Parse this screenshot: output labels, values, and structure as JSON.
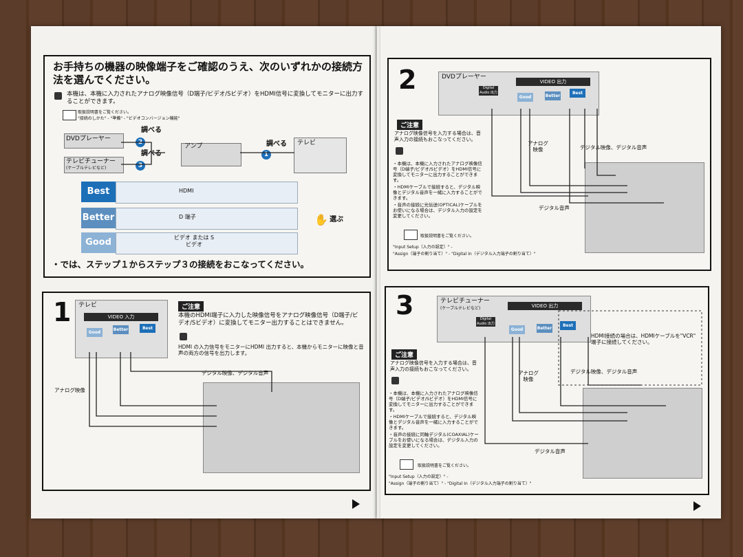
{
  "colors": {
    "best": "#1d6fb8",
    "better": "#5c8fbf",
    "good": "#8cb2d6",
    "wood": "#5a3a28"
  },
  "intro": {
    "heading": "お手持ちの機器の映像端子をご確認のうえ、次のいずれかの接続方法を選んでください。",
    "note": "本機は、本機に入力されたアナログ映像信号（D端子/ビデオ/Sビデオ）をHDMI信号に変換してモニターに出力することができます。",
    "ref_line1": "取扱説明書をご覧ください。",
    "ref_line2": "\"接続のしかた\" - \"準備\" - \"ビデオコンバージョン機能\"",
    "dvd_label": "DVDプレーヤー",
    "tuner_label": "テレビチューナー",
    "tuner_sub": "(ケーブルテレビなど)",
    "amp_label": "アンプ",
    "tv_label": "テレビ",
    "check1": "調べる",
    "check2": "調べる",
    "check3": "調べる",
    "num1": "1",
    "num2": "2",
    "num3": "3",
    "rows": [
      {
        "tag": "Best",
        "label": "HDMI"
      },
      {
        "tag": "Better",
        "label": "D 端子"
      },
      {
        "tag": "Good",
        "label": "ビデオ または Sビデオ"
      }
    ],
    "select_label": "選ぶ",
    "footer": "・では、ステップ１からステップ３の接続をおこなってください。"
  },
  "step1": {
    "number": "1",
    "device": "テレビ",
    "video_in": "VIDEO 入力",
    "tags": [
      "Good",
      "Better",
      "Best"
    ],
    "caution_title": "ご注意",
    "caution_text": "本機のHDMI端子に入力した映像信号をアナログ映像信号（D端子/ビデオ/Sビデオ）に変換してモニター出力することはできません。",
    "hdmi_note": "HDMI の入力信号をモニターにHDMI 出力すると、本機からモニターに映像と音声の両方の信号を出力します。",
    "digital_label": "デジタル映像、デジタル音声",
    "analog_label": "アナログ映像"
  },
  "step2": {
    "number": "2",
    "device": "DVDプレーヤー",
    "video_out": "VIDEO 出力",
    "digital_audio": "Digital Audio 出力",
    "tags": [
      "Good",
      "Better",
      "Best"
    ],
    "caution_title": "ご注意",
    "caution_text": "アナログ映像信号を入力する場合は、音声入力の接続もおこなってください。",
    "bullets": [
      "・本機は、本機に入力されたアナログ映像信号（D端子/ビデオ/Sビデオ）をHDMI信号に変換してモニターに出力することができます。",
      "・HDMIケーブルで接続すると、デジタル映像とデジタル音声を一緒に入力することができます。",
      "・音声の接続に光伝送(OPTICAL)ケーブルをお使いになる場合は、デジタル入力の設定を変更してください。"
    ],
    "ref": "取扱説明書をご覧ください。",
    "ref_path1": "\"Input Setup（入力の設定）\" -",
    "ref_path2": "\"Assign（端子の割り当て）\" - \"Digital In（デジタル入力端子の割り当て）\"",
    "analog_label": "アナログ映像",
    "digital_label": "デジタル映像、デジタル音声",
    "audio_label": "デジタル音声"
  },
  "step3": {
    "number": "3",
    "device": "テレビチューナー",
    "device_sub": "(ケーブルテレビなど)",
    "video_out": "VIDEO 出力",
    "digital_audio": "Digital Audio 出力",
    "tags": [
      "Good",
      "Better",
      "Best"
    ],
    "hdmi_note": "HDMI接続の場合は、HDMIケーブルを\"VCR\" 端子に接続してください。",
    "caution_title": "ご注意",
    "caution_text": "アナログ映像信号を入力する場合は、音声入力の接続もおこなってください。",
    "bullets": [
      "・本機は、本機に入力されたアナログ映像信号（D端子/ビデオ/Sビデオ）をHDMI信号に変換してモニターに出力することができます。",
      "・HDMIケーブルで接続すると、デジタル映像とデジタル音声を一緒に入力することができます。",
      "・音声の接続に同軸デジタル(COAXIAL)ケーブルをお使いになる場合は、デジタル入力の設定を変更してください。"
    ],
    "ref": "取扱説明書をご覧ください。",
    "ref_path1": "\"Input Setup（入力の設定）\" -",
    "ref_path2": "\"Assign（端子の割り当て）\" - \"Digital In（デジタル入力端子の割り当て）\"",
    "analog_label": "アナログ映像",
    "digital_label": "デジタル映像、デジタル音声",
    "audio_label": "デジタル音声"
  }
}
